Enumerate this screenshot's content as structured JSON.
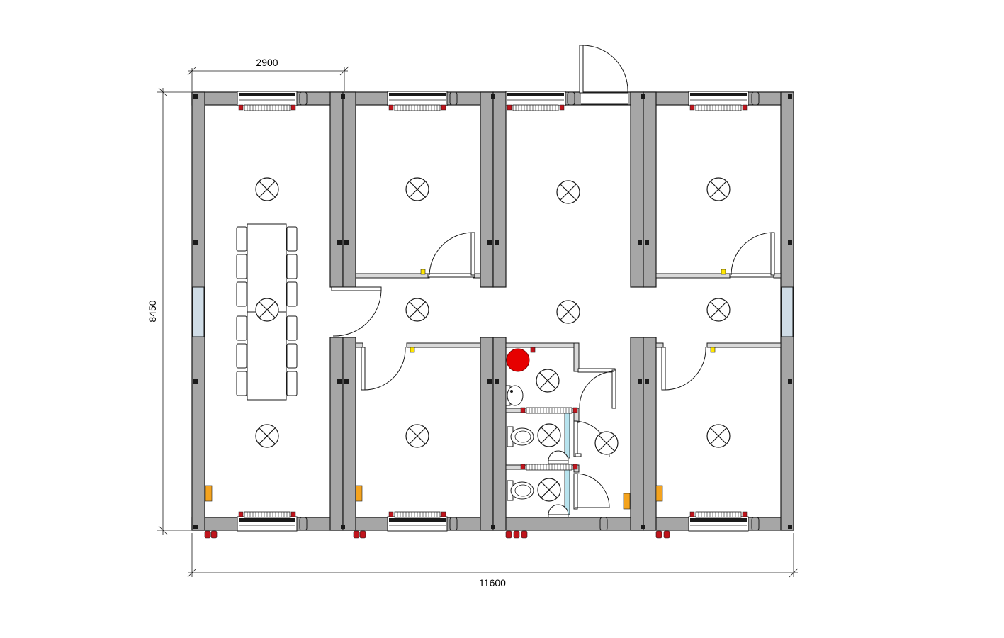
{
  "dimensions": {
    "top_width": "2900",
    "left_height": "8450",
    "bottom_width": "11600"
  },
  "colors": {
    "wall": "#a6a6a6",
    "wall_outline": "#1a1a1a",
    "window": "#cfdce6",
    "glass": "#b7e3ee",
    "heater_red": "#c0141c",
    "fire_alarm": "#e60000",
    "switch_yellow": "#ffe600",
    "panel_orange": "#f4a31e"
  },
  "icons": {
    "light": "light-fixture-icon",
    "radiator": "radiator-icon",
    "door": "door-swing-icon",
    "toilet": "toilet-icon",
    "sink": "sink-icon",
    "urinal": "urinal-icon",
    "chair": "chair-icon",
    "alarm": "fire-alarm-icon"
  }
}
